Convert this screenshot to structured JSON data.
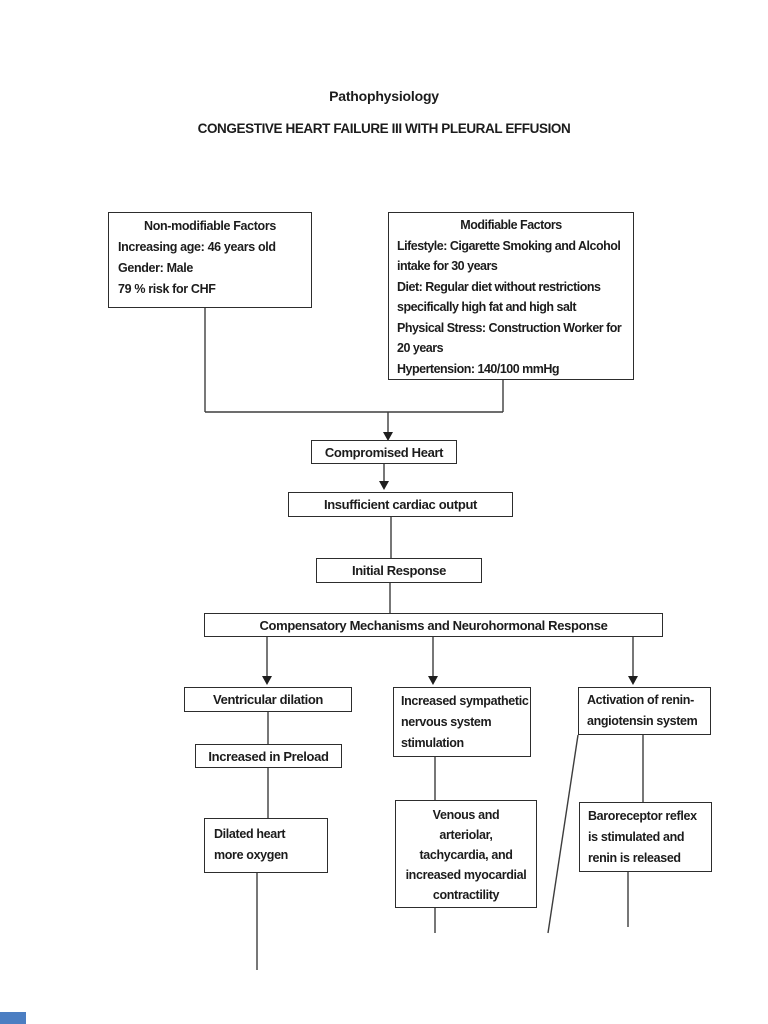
{
  "page": {
    "title": "Pathophysiology",
    "subtitle": "CONGESTIVE HEART FAILURE III WITH PLEURAL EFFUSION"
  },
  "nodes": {
    "non_modifiable": {
      "title": "Non-modifiable Factors",
      "lines": [
        "Increasing age: 46 years old",
        "Gender: Male",
        "79 % risk for CHF"
      ]
    },
    "modifiable": {
      "title": "Modifiable Factors",
      "lines": [
        "Lifestyle: Cigarette Smoking and Alcohol",
        "intake for 30 years",
        "Diet: Regular diet without restrictions",
        "specifically high fat and high salt",
        "Physical Stress: Construction Worker for",
        "20 years",
        "Hypertension: 140/100 mmHg"
      ]
    },
    "compromised_heart": {
      "label": "Compromised Heart"
    },
    "insufficient_output": {
      "label": "Insufficient cardiac output"
    },
    "initial_response": {
      "label": "Initial Response"
    },
    "compensatory": {
      "label": "Compensatory Mechanisms and Neurohormonal Response"
    },
    "ventricular_dilation": {
      "label": "Ventricular dilation"
    },
    "increased_preload": {
      "label": "Increased in Preload"
    },
    "dilated_heart": {
      "lines": [
        "Dilated heart",
        "more oxygen"
      ]
    },
    "sympathetic": {
      "lines": [
        "Increased sympathetic",
        "nervous system",
        "stimulation"
      ]
    },
    "venous": {
      "lines": [
        "Venous and",
        "arteriolar,",
        "tachycardia, and",
        "increased myocardial",
        "contractility"
      ]
    },
    "renin_activation": {
      "lines": [
        "Activation of renin-",
        "angiotensin system"
      ]
    },
    "baroreceptor": {
      "lines": [
        "Baroreceptor reflex",
        "is stimulated and",
        "renin is released"
      ]
    }
  },
  "colors": {
    "connector_line": "#3d3d3d",
    "box_border": "#2d2d2d",
    "text": "#1c1c1c",
    "corner_accent": "#4b7ec2"
  }
}
